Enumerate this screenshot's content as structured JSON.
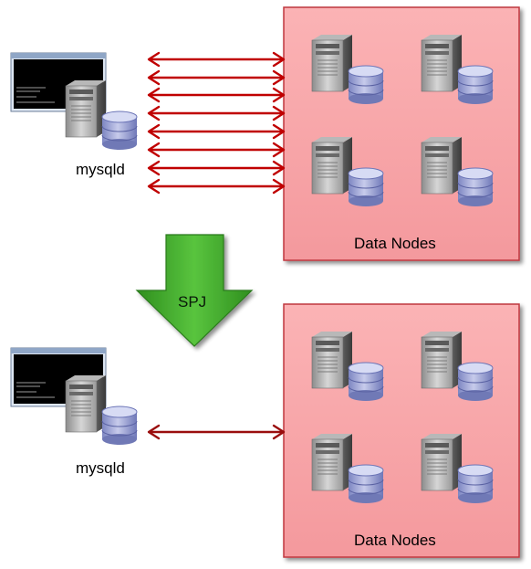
{
  "top_section": {
    "mysqld_label": "mysqld",
    "data_nodes_label": "Data Nodes"
  },
  "transition": {
    "label": "SPJ"
  },
  "bottom_section": {
    "mysqld_label": "mysqld",
    "data_nodes_label": "Data Nodes"
  },
  "colors": {
    "cluster_fill": "#f7a3a6",
    "cluster_border": "#c0393f",
    "arrow_color": "#c00000",
    "arrow_color_dark": "#9a0d0d",
    "spj_arrow_fill": "#3fae2a",
    "terminal_bg": "#000000"
  },
  "icons": {
    "server": "server-with-database-icon",
    "terminal": "terminal-window-icon",
    "transition_arrow": "down-arrow-icon"
  }
}
